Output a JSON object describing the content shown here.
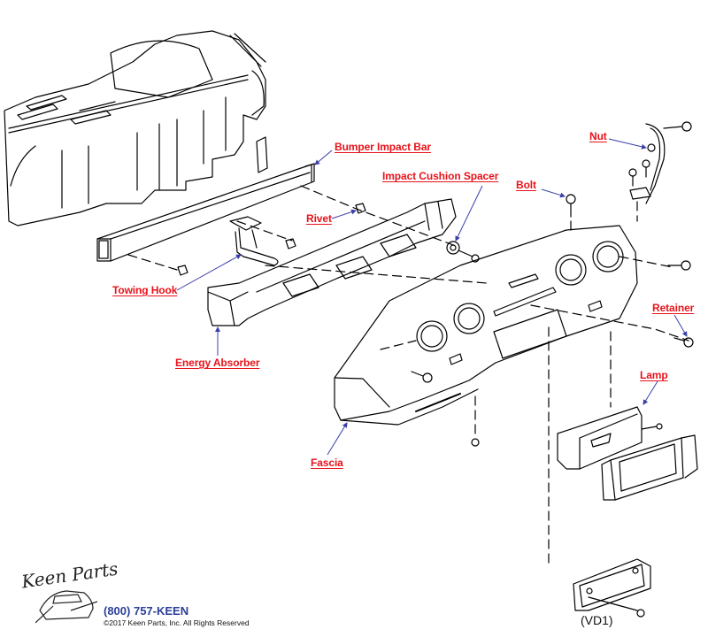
{
  "diagram": {
    "title": "Rear Bumper Exploded Diagram",
    "view_label": "(VD1)",
    "label_color": "#e8121a",
    "leader_color": "#3a3fa8",
    "labels": [
      {
        "id": "bumper-impact-bar",
        "text": "Bumper Impact Bar"
      },
      {
        "id": "impact-cushion-spacer",
        "text": "Impact Cushion Spacer"
      },
      {
        "id": "bolt",
        "text": "Bolt"
      },
      {
        "id": "nut",
        "text": "Nut"
      },
      {
        "id": "rivet",
        "text": "Rivet"
      },
      {
        "id": "towing-hook",
        "text": "Towing Hook"
      },
      {
        "id": "energy-absorber",
        "text": "Energy Absorber"
      },
      {
        "id": "retainer",
        "text": "Retainer"
      },
      {
        "id": "lamp",
        "text": "Lamp"
      },
      {
        "id": "fascia",
        "text": "Fascia"
      }
    ]
  },
  "footer": {
    "logo_text": "Keen Parts",
    "phone": "(800) 757-KEEN",
    "phone_color": "#2b3f9a",
    "copyright": "©2017 Keen Parts, Inc. All Rights Reserved"
  }
}
